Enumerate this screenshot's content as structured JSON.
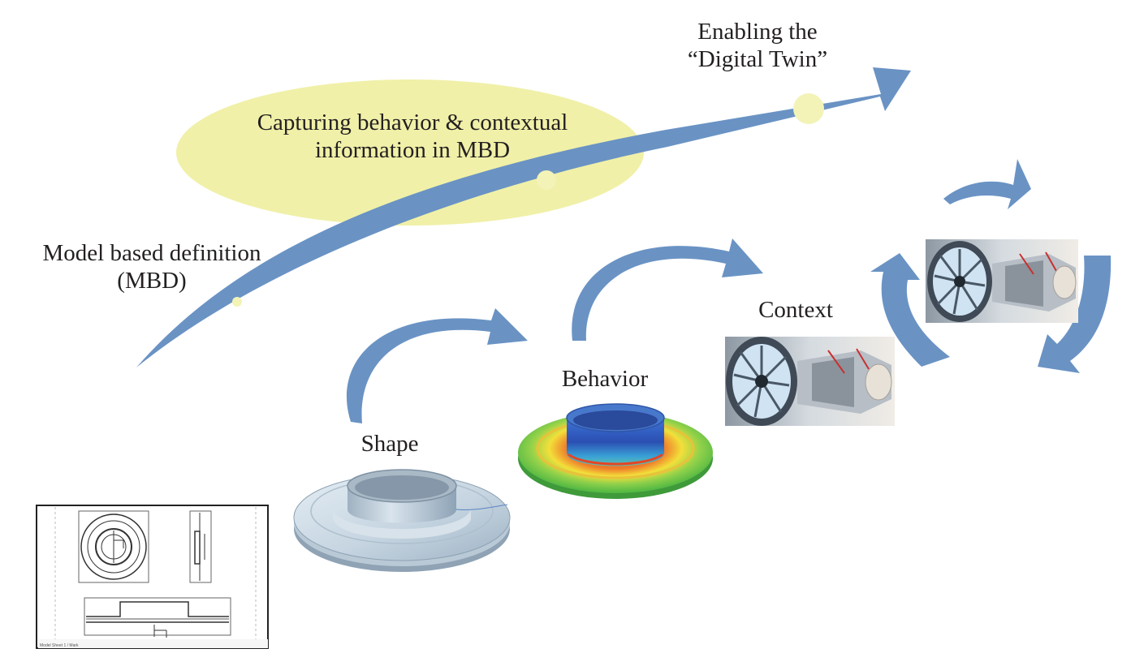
{
  "labels": {
    "mbd_line1": "Model based definition",
    "mbd_line2": "(MBD)",
    "capture_line1": "Capturing behavior & contextual",
    "capture_line2": "information in MBD",
    "twin_line1": "Enabling the",
    "twin_line2": "“Digital Twin”",
    "shape": "Shape",
    "behavior": "Behavior",
    "context": "Context"
  },
  "drawing_footer_text": "Model Sheet 1 / Mark",
  "colors": {
    "arrow": "#6a93c4",
    "highlight_ellipse": "#f0f0a8",
    "milestone_dot": "#f3f3b8",
    "text": "#231f20",
    "part_metal": "#c9d7e3",
    "fea_hot": "#e03a1e",
    "fea_mid": "#f4e23c",
    "fea_cool": "#3b6fd0",
    "fea_base": "#5fc24a"
  },
  "icons": [
    "engineering-drawing",
    "flange-part",
    "fea-flange",
    "jet-engine-cutaway"
  ]
}
